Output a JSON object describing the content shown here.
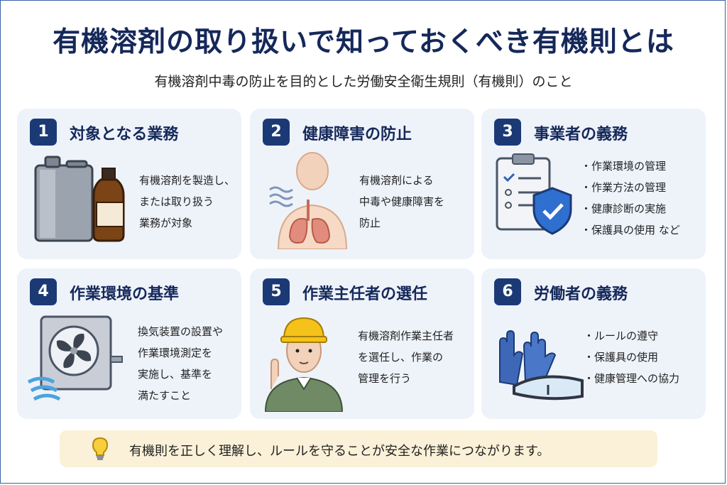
{
  "title": "有機溶剤の取り扱いで知っておくべき有機則とは",
  "subtitle": "有機溶剤中毒の防止を目的とした労働安全衛生規則（有機則）のこと",
  "cards": [
    {
      "num": "1",
      "title": "対象となる業務",
      "lines": [
        "有機溶剤を製造し、",
        "または取り扱う",
        "業務が対象"
      ]
    },
    {
      "num": "2",
      "title": "健康障害の防止",
      "lines": [
        "有機溶剤による",
        "中毒や健康障害を",
        "防止"
      ]
    },
    {
      "num": "3",
      "title": "事業者の義務",
      "items": [
        "作業環境の管理",
        "作業方法の管理",
        "健康診断の実施",
        "保護具の使用 など"
      ]
    },
    {
      "num": "4",
      "title": "作業環境の基準",
      "lines": [
        "換気装置の設置や",
        "作業環境測定を",
        "実施し、基準を",
        "満たすこと"
      ]
    },
    {
      "num": "5",
      "title": "作業主任者の選任",
      "lines": [
        "有機溶剤作業主任者",
        "を選任し、作業の",
        "管理を行う"
      ]
    },
    {
      "num": "6",
      "title": "労働者の義務",
      "items": [
        "ルールの遵守",
        "保護具の使用",
        "健康管理への協力"
      ]
    }
  ],
  "footer": "有機則を正しく理解し、ルールを守ることが安全な作業につながります。",
  "colors": {
    "navy": "#1b3a75",
    "card_bg": "#eef3fa",
    "banner_bg": "#fbf1d8"
  }
}
